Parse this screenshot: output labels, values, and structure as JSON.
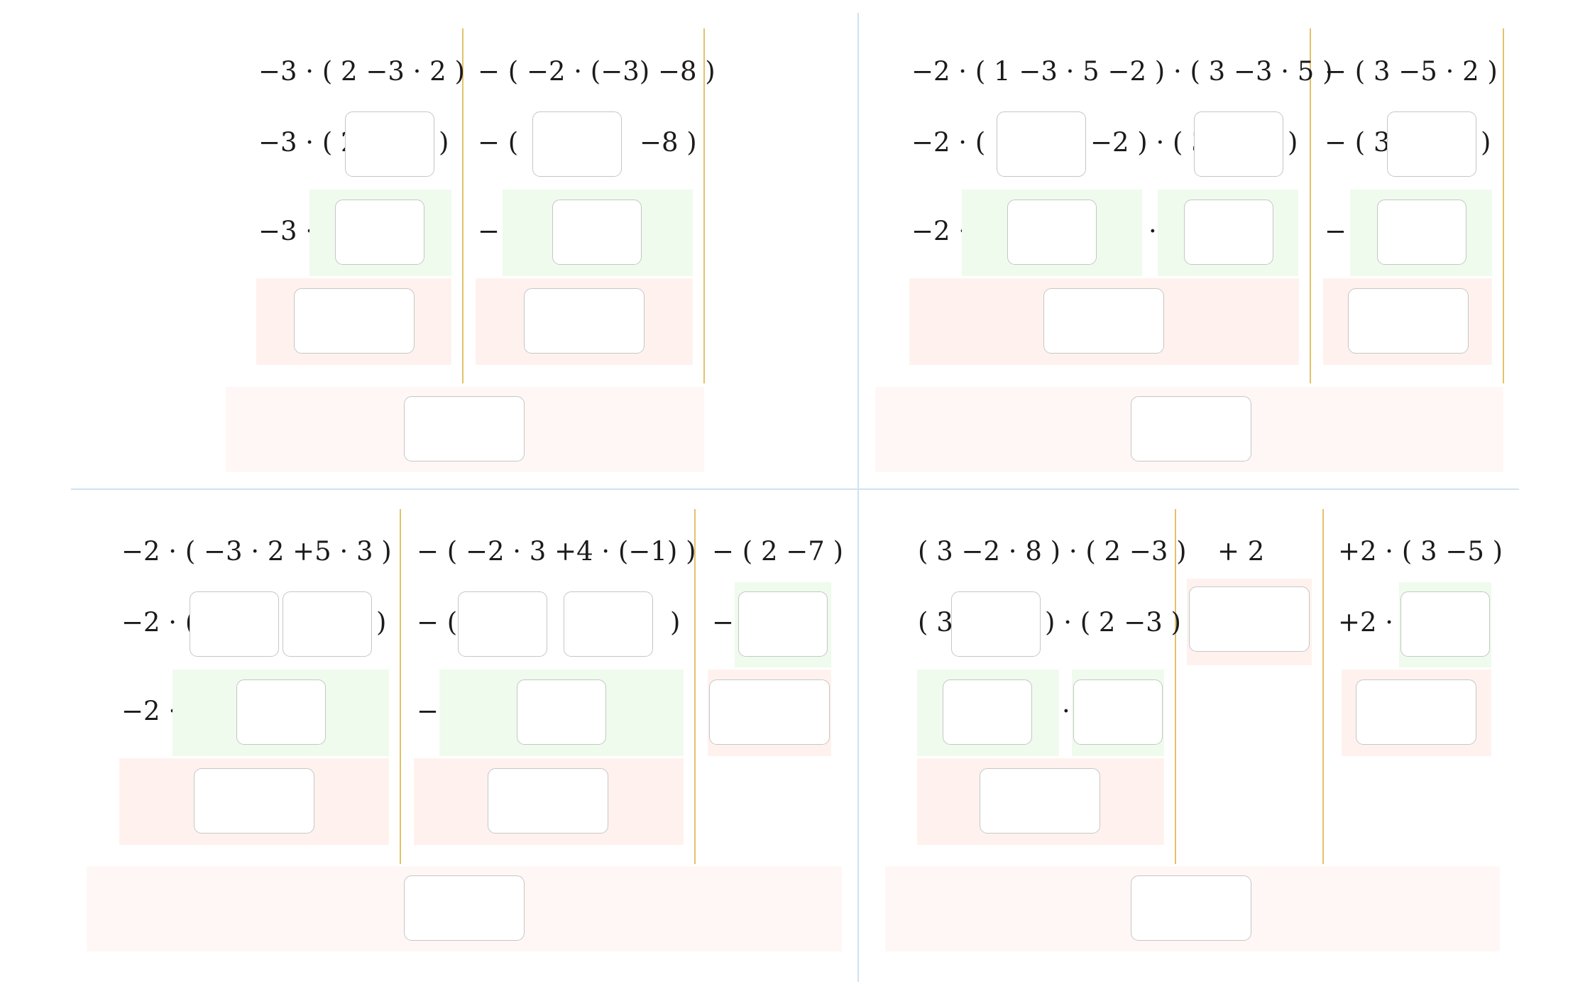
{
  "q1": {
    "col1": {
      "expr": "−3 · ( 2  −3 · 2  )",
      "a": "−3 · ( 2",
      "b": ")",
      "c": "−3 ·"
    },
    "col2": {
      "expr": "− ( −2 · (−3) −8 )",
      "a": "− (",
      "b": "−8 )",
      "c": "−"
    }
  },
  "q2": {
    "col1": {
      "expr": "−2 · ( 1  −3 · 5  −2 ) · ( 3  −3 · 5  )",
      "a": "−2 · ( 1",
      "b": "−2 ) · ( 3",
      "c": ")",
      "d": "−2 ·",
      "e": "·"
    },
    "col2": {
      "expr": "− ( 3  −5 · 2  )",
      "a": "− ( 3",
      "b": ")",
      "c": "−"
    }
  },
  "q3": {
    "col1": {
      "expr": "−2 · (  −3 · 2   +5 · 3  )",
      "a": "−2 · (",
      "b": ")",
      "c": "−2 ·"
    },
    "col2": {
      "expr": "− (  −2 · 3  +4 · (−1) )",
      "a": "− (",
      "b": ")",
      "c": "−"
    },
    "col3": {
      "expr": "− ( 2 −7 )",
      "a": "−"
    }
  },
  "q4": {
    "col1": {
      "expr": "( 3  −2 · 8  ) · ( 2 −3 )",
      "a": "( 3",
      "b": ") · ( 2 −3 )",
      "c": "·"
    },
    "col2": {
      "expr": "+      2"
    },
    "col3": {
      "expr": "+2 · ( 3 −5 )",
      "a": "+2 ·"
    }
  }
}
